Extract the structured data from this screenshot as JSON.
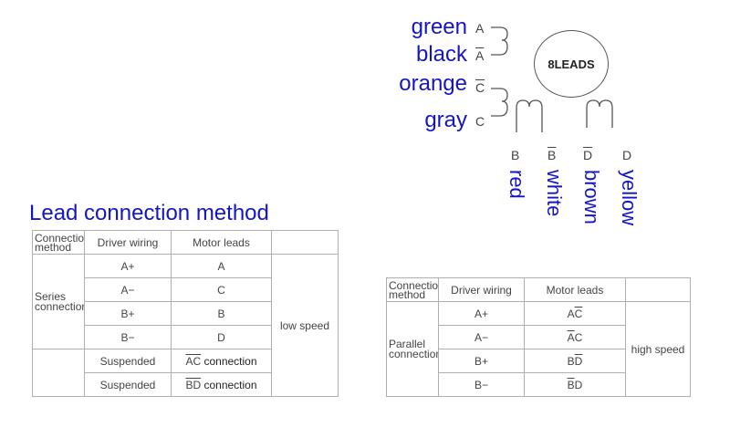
{
  "wire_colors": {
    "green": "green",
    "black": "black",
    "orange": "orange",
    "gray": "gray",
    "red": "red",
    "white": "white",
    "brown": "brown",
    "yellow": "yellow"
  },
  "motor": {
    "label": "8LEADS"
  },
  "leads": {
    "a": "A",
    "a_bar": "A",
    "c_bar": "C",
    "c": "C",
    "b": "B",
    "b_bar": "B",
    "d_bar": "D",
    "d": "D"
  },
  "title": "Lead connection method",
  "series_table": {
    "header": {
      "method": "Connection method",
      "driver": "Driver wiring",
      "motor": "Motor leads"
    },
    "method": "Series connection",
    "rows": [
      {
        "driver": "A+",
        "motor": "A"
      },
      {
        "driver": "A−",
        "motor": "C"
      },
      {
        "driver": "B+",
        "motor": "B"
      },
      {
        "driver": "B−",
        "motor": "D"
      }
    ],
    "suspended_rows": [
      {
        "driver": "Suspended",
        "motor_pair": "AC",
        "suffix": "connection"
      },
      {
        "driver": "Suspended",
        "motor_pair": "BD",
        "suffix": "connection"
      }
    ],
    "speed": "low speed"
  },
  "parallel_table": {
    "header": {
      "method": "Connection method",
      "driver": "Driver wiring",
      "motor": "Motor leads"
    },
    "method": "Parallel connection",
    "rows": [
      {
        "driver": "A+",
        "motor_1": "A",
        "motor_2": "C"
      },
      {
        "driver": "A−",
        "motor_1": "A",
        "motor_2": "C"
      },
      {
        "driver": "B+",
        "motor_1": "B",
        "motor_2": "D"
      },
      {
        "driver": "B−",
        "motor_1": "B",
        "motor_2": "D"
      }
    ],
    "speed": "high speed"
  },
  "colors": {
    "label_blue": "#1515c8",
    "border": "#b0b0b0"
  }
}
